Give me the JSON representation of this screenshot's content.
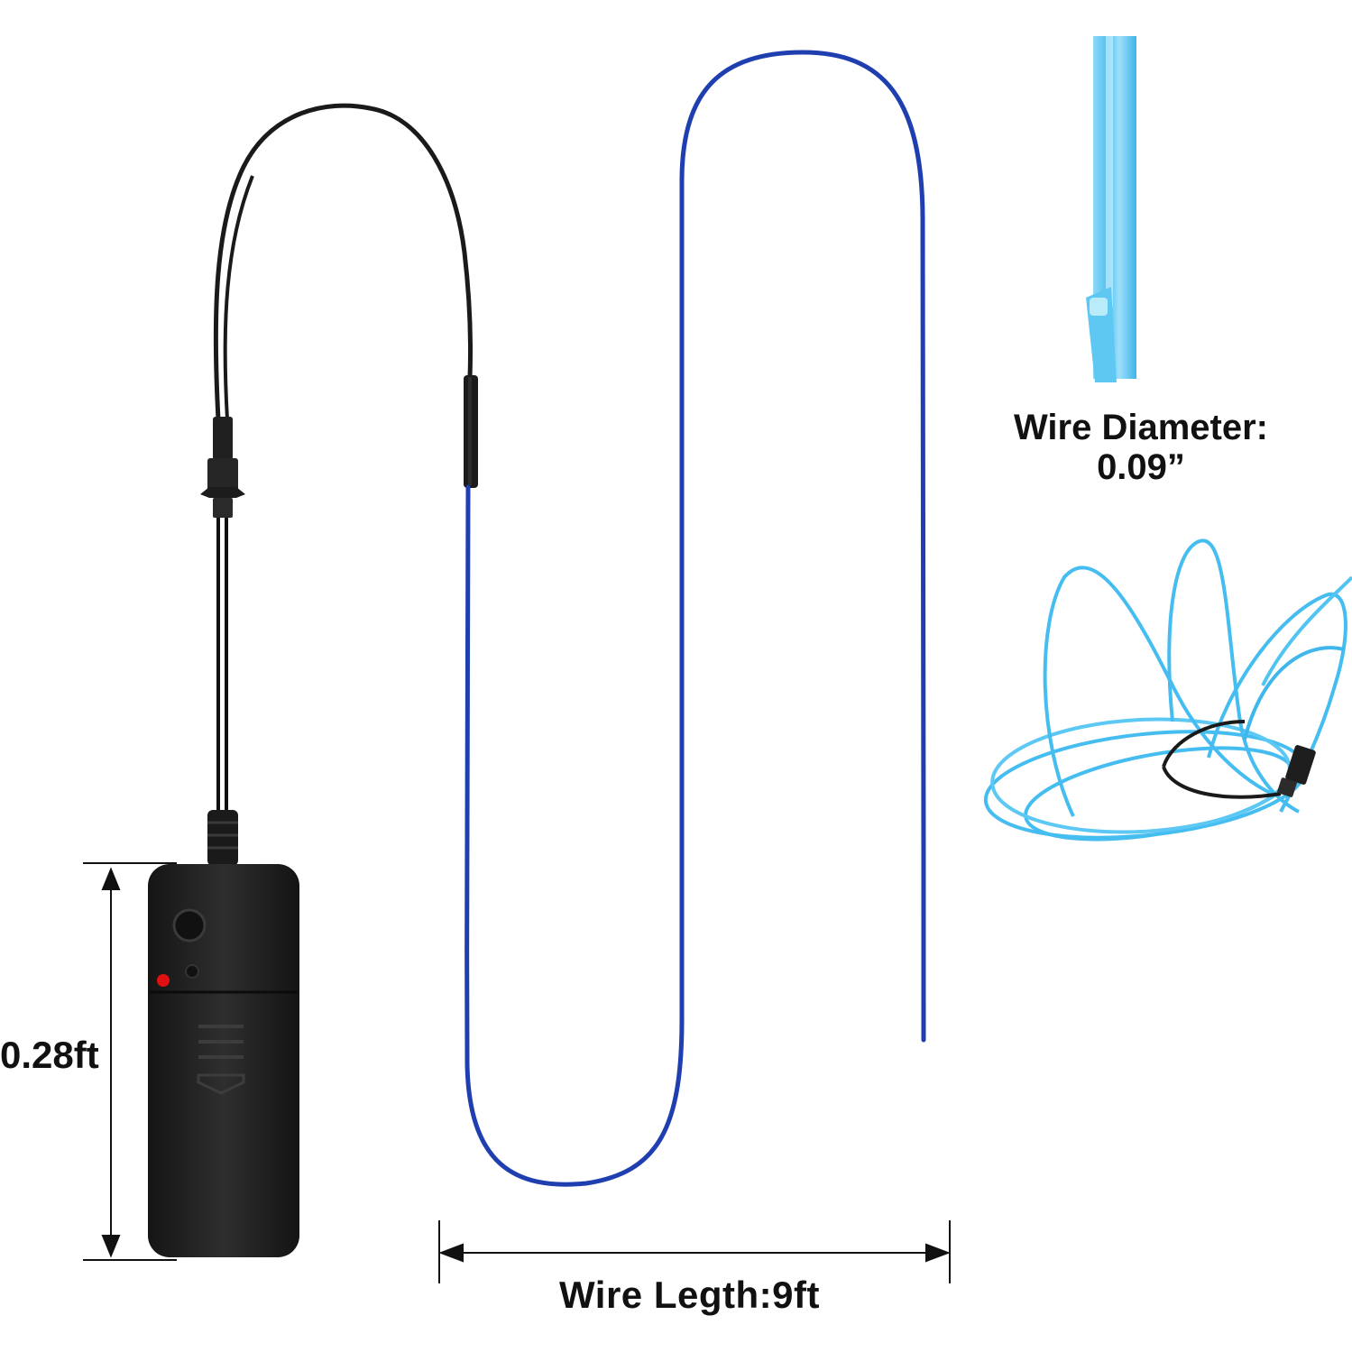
{
  "labels": {
    "controller_height": "0.28ft",
    "wire_length": "Wire Legth:9ft",
    "wire_diameter_title": "Wire Diameter:",
    "wire_diameter_value": "0.09”"
  },
  "colors": {
    "background": "#ffffff",
    "wire_blue": "#1f3fb0",
    "glow_wire": "#4fc3f2",
    "cable_black": "#1a1a1a",
    "controller_body": "#222222",
    "indicator_red": "#e01010",
    "dimension_line": "#111111"
  },
  "icons": {
    "battery_controller": "battery-controller-icon",
    "power_button": "power-button-icon",
    "red_indicator": "red-led-icon",
    "slide_arrow": "slide-arrow-icon"
  }
}
